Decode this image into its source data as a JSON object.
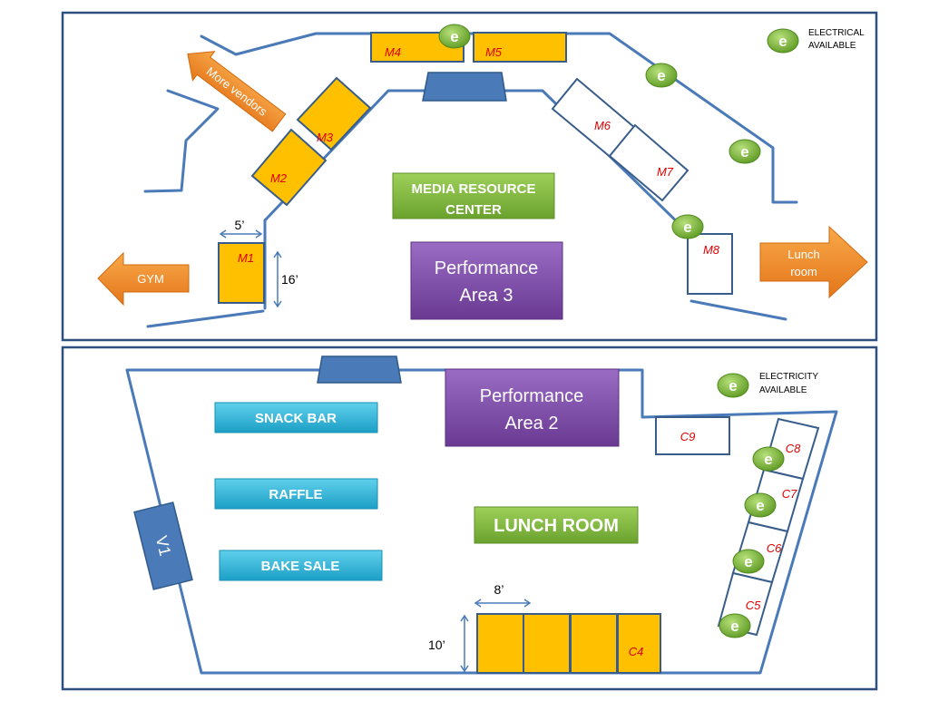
{
  "legend_top": {
    "icon": "e",
    "line1": "ELECTRICAL",
    "line2": "AVAILABLE"
  },
  "legend_bottom": {
    "icon": "e",
    "line1": "ELECTRICITY",
    "line2": "AVAILABLE"
  },
  "top_booths": [
    "M1",
    "M2",
    "M3",
    "M4",
    "M5",
    "M6",
    "M7",
    "M8"
  ],
  "bottom_booths": [
    "C4",
    "C5",
    "C6",
    "C7",
    "C8",
    "C9"
  ],
  "media_center": {
    "line1": "MEDIA RESOURCE",
    "line2": "CENTER"
  },
  "performance3": {
    "line1": "Performance",
    "line2": "Area 3"
  },
  "performance2": {
    "line1": "Performance",
    "line2": "Area 2"
  },
  "lunch_room_label": "LUNCH ROOM",
  "stations": {
    "snack": "SNACK BAR",
    "raffle": "RAFFLE",
    "bake": "BAKE SALE"
  },
  "arrows": {
    "more_vendors": "More vendors",
    "gym": "GYM",
    "lunch_line1": "Lunch",
    "lunch_line2": "room"
  },
  "dimensions": {
    "m_width": "5’",
    "m_depth": "16’",
    "c_width": "8’",
    "c_depth": "10’"
  },
  "v1_label": "V1",
  "outlet_icon": "e",
  "colors": {
    "booth": "#ffc000",
    "booth_label": "#e00000",
    "green": "#7bb33a",
    "purple": "#7d4aa5",
    "cyan": "#2bb3d8",
    "orange": "#f28a1e",
    "wall": "#4a7ab8"
  }
}
